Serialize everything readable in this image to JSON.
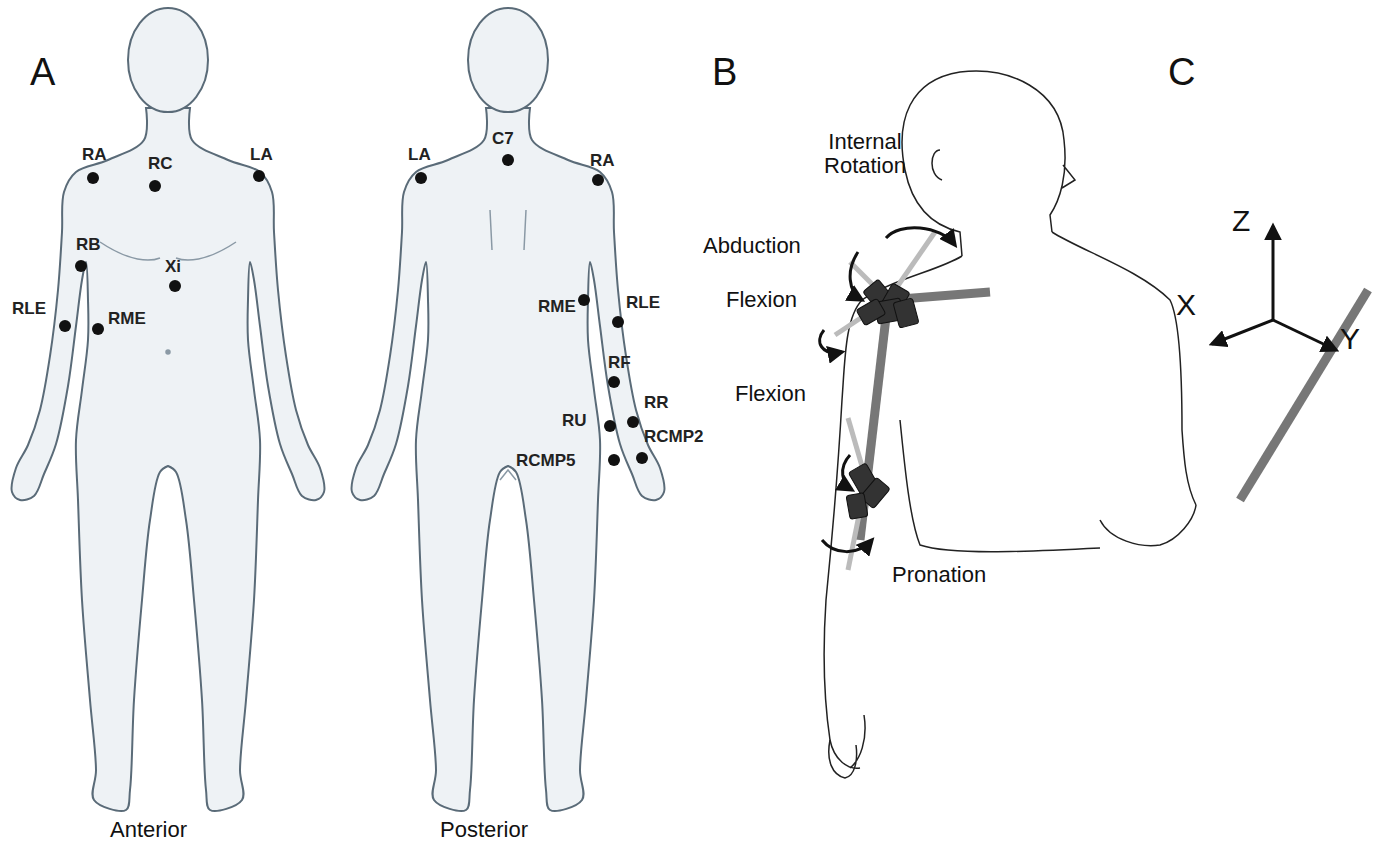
{
  "diagram": {
    "labels": [
      "A",
      "RA",
      "RC",
      "LA",
      "RB",
      "Xi",
      "RLE",
      "RME",
      "Anterior",
      "LA",
      "C7",
      "RA",
      "RME",
      "RLE",
      "RF",
      "RU",
      "RR",
      "RCMP2",
      "RCMP5",
      "Posterior",
      "B",
      "Internal Rotation",
      "Abduction",
      "Flexion",
      "Flexion",
      "Pronation",
      "C",
      "Z",
      "X",
      "Y"
    ]
  }
}
